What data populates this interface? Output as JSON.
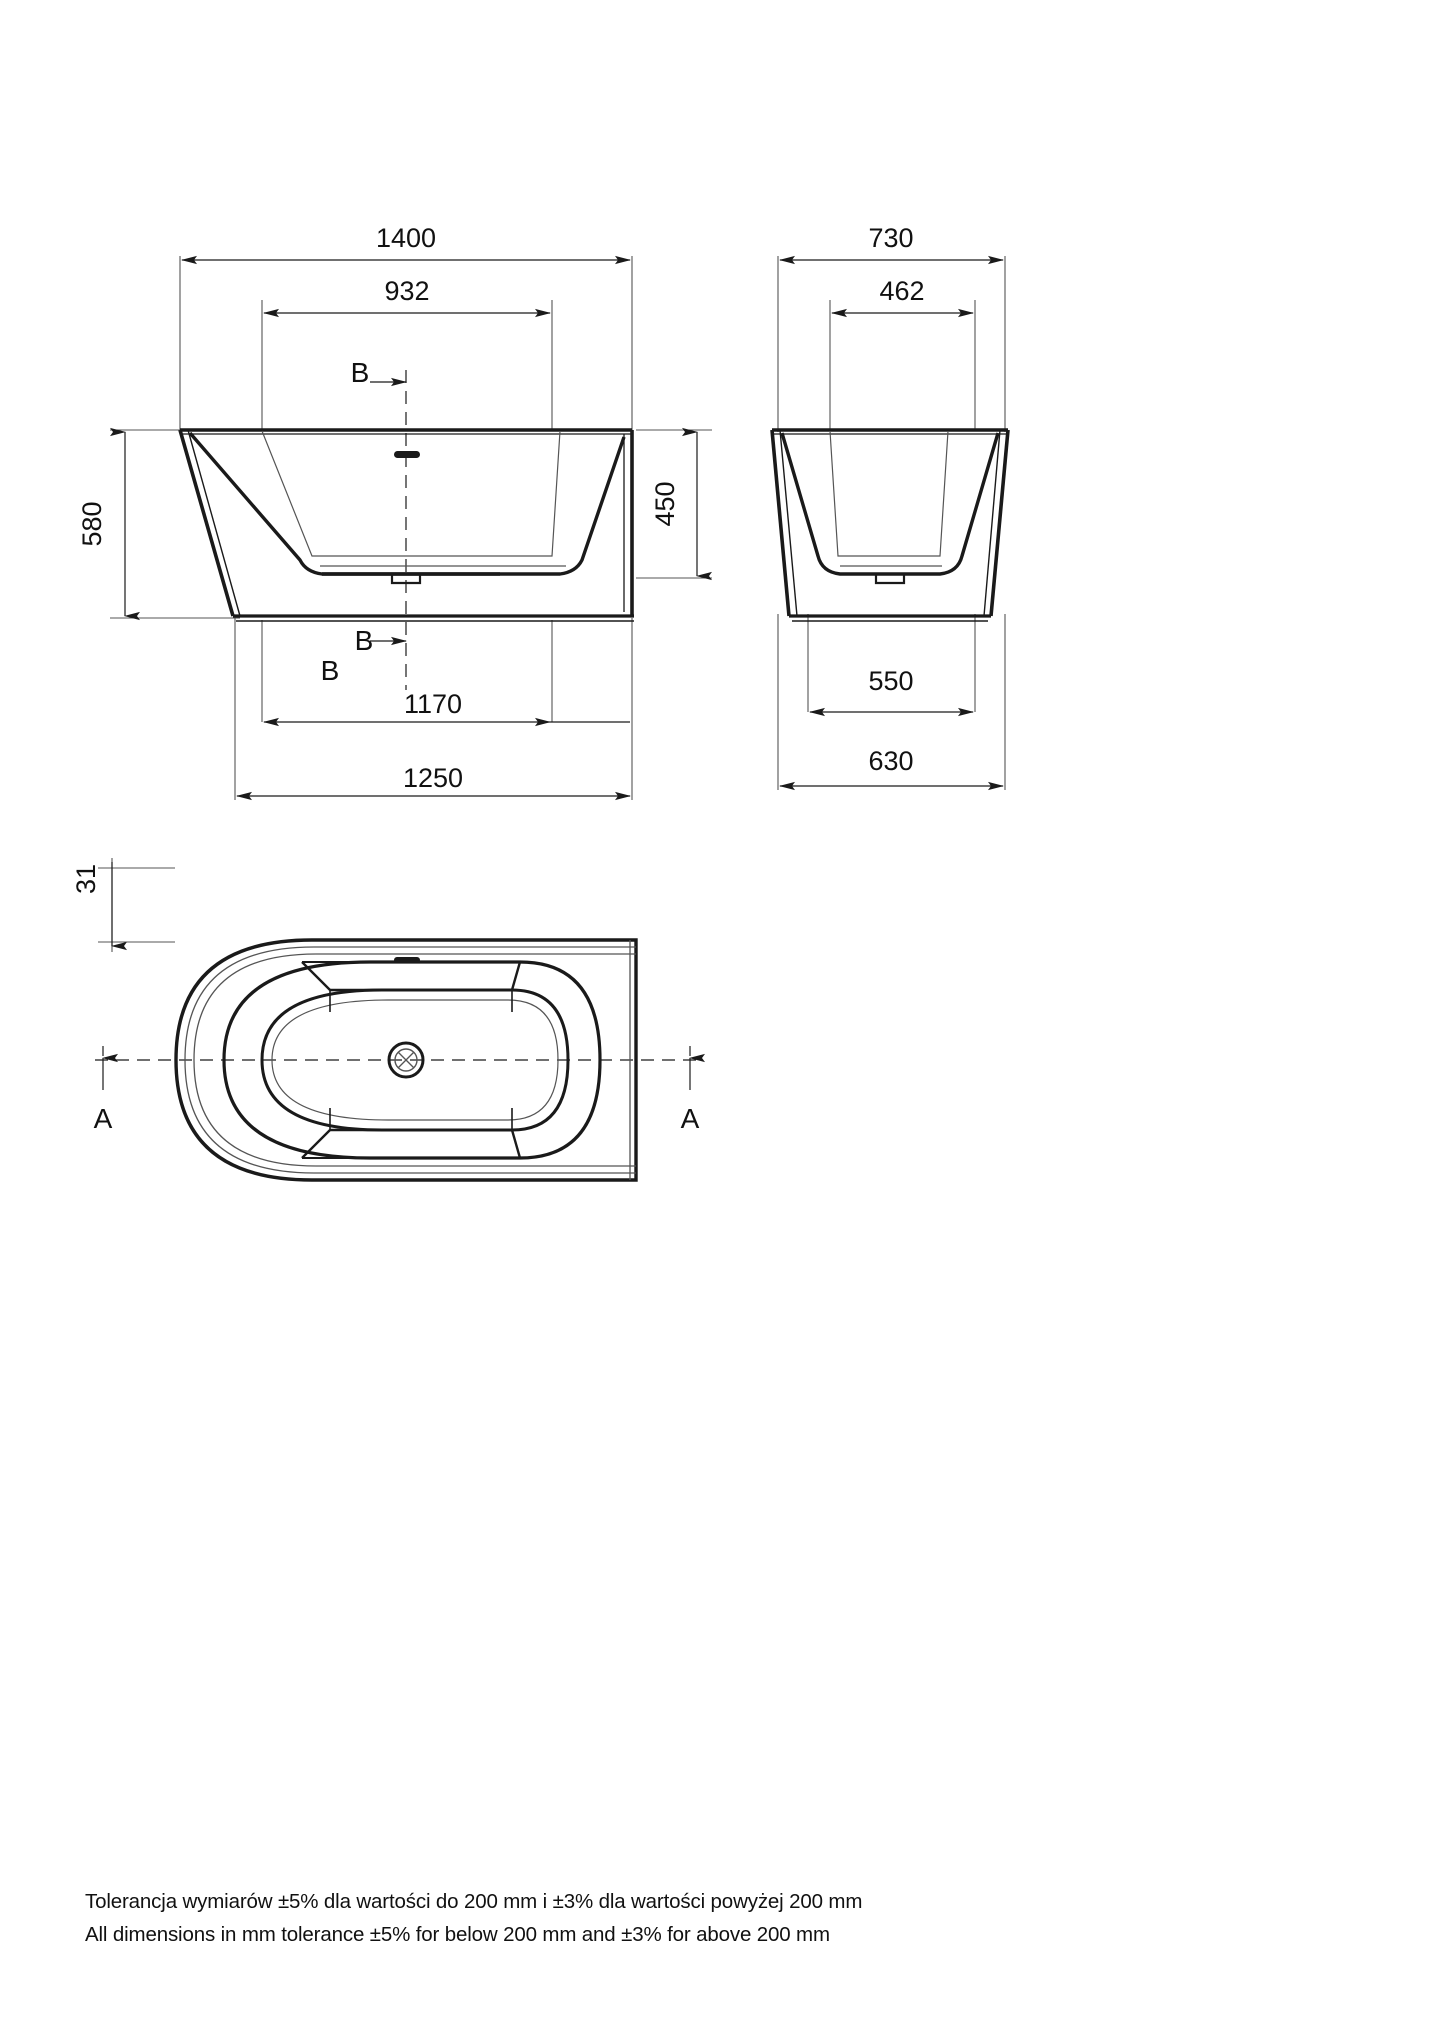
{
  "drawing": {
    "type": "technical-drawing",
    "subject": "freestanding bathtub",
    "units": "mm",
    "views": [
      {
        "id": "front-elevation",
        "label": ""
      },
      {
        "id": "side-elevation",
        "label": ""
      },
      {
        "id": "plan-view",
        "label": ""
      }
    ]
  },
  "dimensions": {
    "front": {
      "overall_width": "1400",
      "inner_width": "932",
      "overall_height": "580",
      "inner_height": "450",
      "base_width_inner": "1170",
      "base_width_outer": "1250"
    },
    "side": {
      "overall_depth": "730",
      "inner_depth": "462",
      "base_depth_inner": "550",
      "base_depth_outer": "630"
    },
    "plan": {
      "rim_thickness": "31"
    }
  },
  "section_marks": {
    "b_upper": "B",
    "b_lower_top": "B",
    "b_lower_bottom": "B",
    "a_left": "A",
    "a_right": "A"
  },
  "footer": {
    "line_pl": "Tolerancja wymiarów ±5% dla wartości do 200 mm i ±3% dla wartości powyżej 200 mm",
    "line_en": "All dimensions in mm tolerance ±5% for below 200 mm and ±3% for above 200 mm"
  },
  "colors": {
    "line": "#1a1a1a",
    "thin_line": "#555555",
    "background": "#ffffff"
  }
}
